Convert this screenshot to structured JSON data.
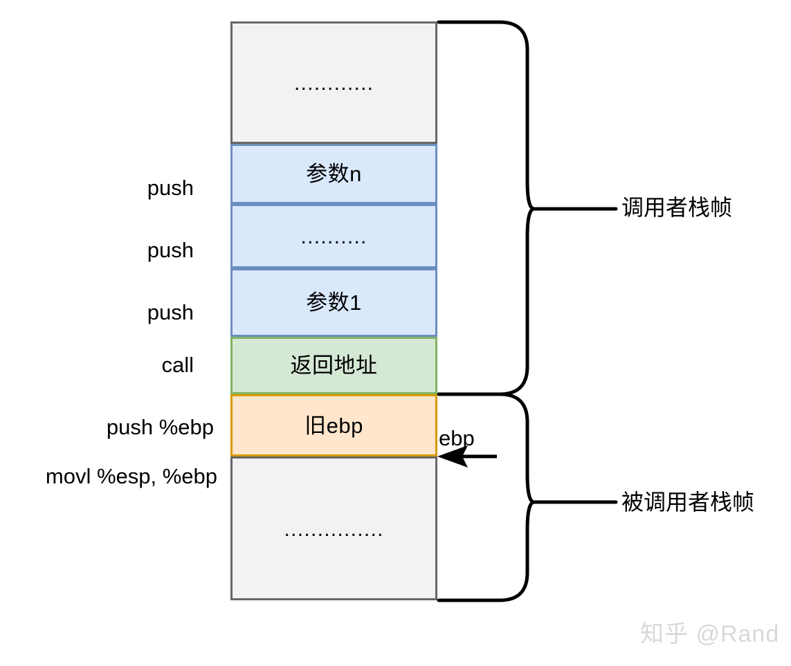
{
  "diagram": {
    "title": "x86 function call stack frame layout",
    "colors": {
      "gray_fill": "#f2f2f2",
      "gray_stroke": "#666666",
      "blue_fill": "#dae8fc",
      "blue_stroke": "#6c8ebf",
      "green_fill": "#d5e8d4",
      "green_stroke": "#82b366",
      "orange_fill": "#ffe6cc",
      "orange_stroke": "#d79b00",
      "line": "#000000",
      "watermark": "#d9d9d9"
    },
    "stack_cells": [
      {
        "id": "top-ellipsis",
        "label": "............",
        "style": "gray"
      },
      {
        "id": "arg-n",
        "label": "参数n",
        "style": "blue"
      },
      {
        "id": "arg-ellipsis",
        "label": "..........",
        "style": "blue"
      },
      {
        "id": "arg-1",
        "label": "参数1",
        "style": "blue"
      },
      {
        "id": "return-addr",
        "label": "返回地址",
        "style": "green"
      },
      {
        "id": "old-ebp",
        "label": "旧ebp",
        "style": "orange"
      },
      {
        "id": "bottom-ellipsis",
        "label": "...............",
        "style": "gray"
      }
    ],
    "instructions": [
      {
        "id": "push-arg-n",
        "label": "push"
      },
      {
        "id": "push-arg-mid",
        "label": "push"
      },
      {
        "id": "push-arg-1",
        "label": "push"
      },
      {
        "id": "call",
        "label": "call"
      },
      {
        "id": "push-ebp",
        "label": "push %ebp"
      },
      {
        "id": "movl-esp-ebp",
        "label": "movl %esp, %ebp"
      }
    ],
    "pointer": {
      "register": "ebp",
      "direction": "left"
    },
    "braces": [
      {
        "id": "caller-frame",
        "label": "调用者栈帧"
      },
      {
        "id": "callee-frame",
        "label": "被调用者栈帧"
      }
    ],
    "watermark": "知乎 @Rand"
  }
}
